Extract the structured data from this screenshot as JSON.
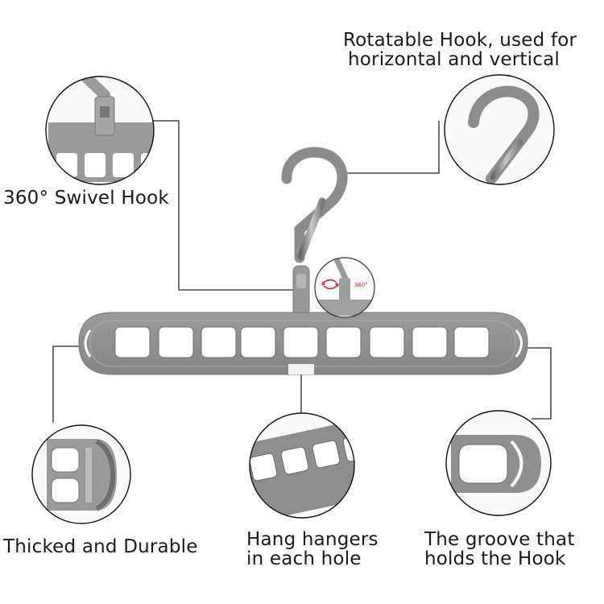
{
  "labels": {
    "swivel": "360° Swivel Hook",
    "rotatable_line1": "Rotatable Hook, used for",
    "rotatable_line2": "horizontal and vertical",
    "thick": "Thicked and Durable",
    "hang_line1": "Hang hangers",
    "hang_line2": "in each hole",
    "groove_line1": "The groove that",
    "groove_line2": "holds the Hook",
    "swivel_badge": "360°"
  },
  "colors": {
    "hanger_gray": "#8f8f8f",
    "hanger_dark": "#6f6f6f",
    "hook_metal": "#a9a9a9",
    "accent_red": "#c0393b",
    "callout_line": "#222222"
  }
}
